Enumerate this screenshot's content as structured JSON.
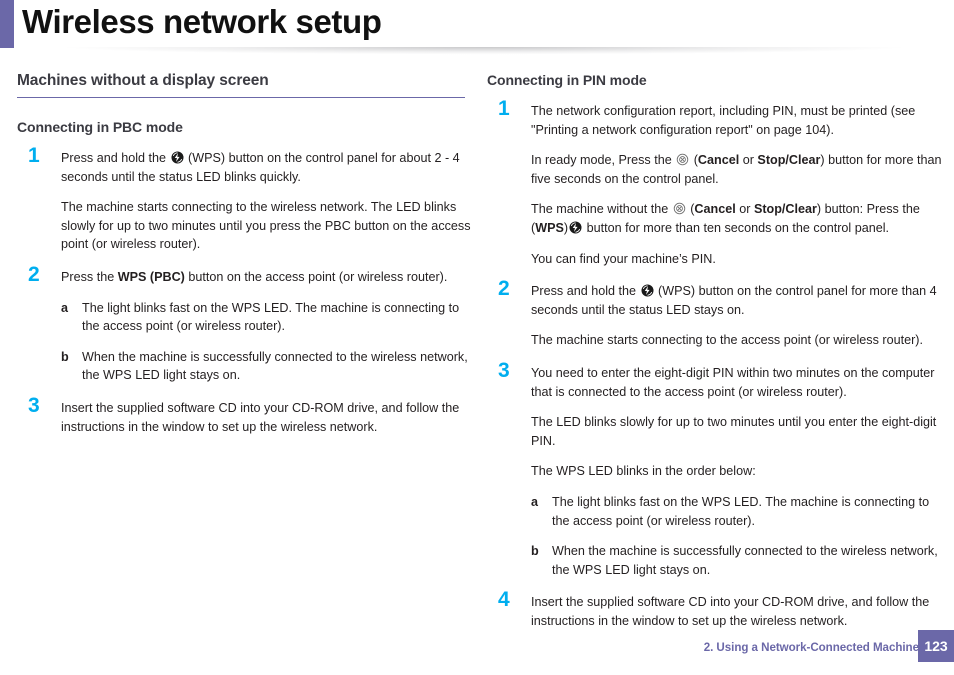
{
  "page": {
    "title": "Wireless network setup",
    "accent_purple": "#6b68a8",
    "step_number_color": "#00aeef"
  },
  "left_column": {
    "section_heading": "Machines without a display screen",
    "subsection_heading": "Connecting in PBC mode",
    "steps": [
      {
        "number": "1",
        "paragraphs": [
          {
            "parts": [
              {
                "text": "Press and hold the ",
                "style": "normal"
              },
              {
                "text": "wps-icon",
                "style": "icon"
              },
              {
                "text": " (WPS) button on the control panel for about 2 - 4 seconds until the status LED blinks quickly.",
                "style": "normal"
              }
            ]
          },
          {
            "parts": [
              {
                "text": "The machine starts connecting to the wireless network. The LED blinks slowly for up to two minutes until you press the PBC button on the access point (or wireless router).",
                "style": "normal"
              }
            ]
          }
        ],
        "sub_items": []
      },
      {
        "number": "2",
        "paragraphs": [
          {
            "parts": [
              {
                "text": "Press the ",
                "style": "normal"
              },
              {
                "text": "WPS (PBC)",
                "style": "bold"
              },
              {
                "text": " button on the access point (or wireless router).",
                "style": "normal"
              }
            ]
          }
        ],
        "sub_items": [
          {
            "letter": "a",
            "text": "The light blinks fast on the WPS LED. The machine is connecting to the access point (or wireless router)."
          },
          {
            "letter": "b",
            "text": "When the machine is successfully connected to the wireless network, the WPS LED light stays on."
          }
        ]
      },
      {
        "number": "3",
        "paragraphs": [
          {
            "parts": [
              {
                "text": "Insert the supplied software CD into your CD-ROM drive, and follow the instructions in the window to set up the wireless network.",
                "style": "normal"
              }
            ]
          }
        ],
        "sub_items": []
      }
    ]
  },
  "right_column": {
    "subsection_heading": "Connecting in PIN mode",
    "steps": [
      {
        "number": "1",
        "paragraphs": [
          {
            "parts": [
              {
                "text": "The network configuration report, including PIN, must be printed (see \"Printing a network configuration report\" on page 104).",
                "style": "normal"
              }
            ]
          },
          {
            "parts": [
              {
                "text": "In ready mode, Press the ",
                "style": "normal"
              },
              {
                "text": "cancel-stop-icon",
                "style": "icon"
              },
              {
                "text": " (",
                "style": "normal"
              },
              {
                "text": "Cancel",
                "style": "bold"
              },
              {
                "text": " or ",
                "style": "normal"
              },
              {
                "text": "Stop/Clear",
                "style": "bold"
              },
              {
                "text": ") button for more than five seconds on the control panel.",
                "style": "normal"
              }
            ]
          },
          {
            "parts": [
              {
                "text": "The machine without the ",
                "style": "normal"
              },
              {
                "text": "cancel-stop-icon",
                "style": "icon"
              },
              {
                "text": " (",
                "style": "normal"
              },
              {
                "text": "Cancel",
                "style": "bold"
              },
              {
                "text": " or ",
                "style": "normal"
              },
              {
                "text": "Stop/Clear",
                "style": "bold"
              },
              {
                "text": ") button: Press the (",
                "style": "normal"
              },
              {
                "text": "WPS",
                "style": "bold"
              },
              {
                "text": ")",
                "style": "normal"
              },
              {
                "text": "wps-icon",
                "style": "icon"
              },
              {
                "text": " button for more than ten seconds on the control panel.",
                "style": "normal"
              }
            ]
          },
          {
            "parts": [
              {
                "text": "You can find your machine’s PIN.",
                "style": "normal"
              }
            ]
          }
        ],
        "sub_items": []
      },
      {
        "number": "2",
        "paragraphs": [
          {
            "parts": [
              {
                "text": "Press and hold the ",
                "style": "normal"
              },
              {
                "text": "wps-icon",
                "style": "icon"
              },
              {
                "text": " (WPS) button on the control panel for more than 4 seconds until the status LED stays on.",
                "style": "normal"
              }
            ]
          },
          {
            "parts": [
              {
                "text": "The machine starts connecting to the access point (or wireless router).",
                "style": "normal"
              }
            ]
          }
        ],
        "sub_items": []
      },
      {
        "number": "3",
        "paragraphs": [
          {
            "parts": [
              {
                "text": "You need to enter the eight-digit PIN within two minutes on the computer that is connected to the access point (or wireless router).",
                "style": "normal"
              }
            ]
          },
          {
            "parts": [
              {
                "text": "The LED blinks slowly for up to two minutes until you enter the eight-digit PIN.",
                "style": "normal"
              }
            ]
          },
          {
            "parts": [
              {
                "text": "The WPS LED blinks in the order below:",
                "style": "normal"
              }
            ]
          }
        ],
        "sub_items": [
          {
            "letter": "a",
            "text": "The light blinks fast on the WPS LED. The machine is connecting to the access point (or wireless router)."
          },
          {
            "letter": "b",
            "text": "When the machine is successfully connected to the wireless network, the WPS LED light stays on."
          }
        ]
      },
      {
        "number": "4",
        "paragraphs": [
          {
            "parts": [
              {
                "text": "Insert the supplied software CD into your CD-ROM drive, and follow the instructions in the window to set up the wireless network.",
                "style": "normal"
              }
            ]
          }
        ],
        "sub_items": []
      }
    ]
  },
  "footer": {
    "chapter_label": "2.  Using a Network-Connected Machine",
    "page_number": "123"
  }
}
